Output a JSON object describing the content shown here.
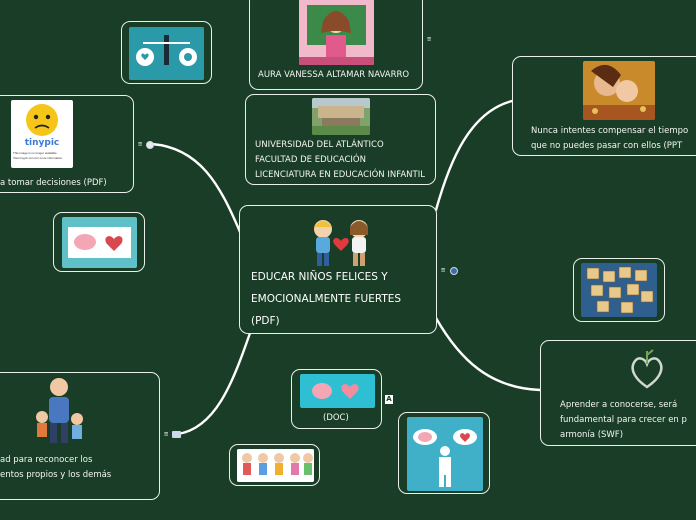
{
  "central": {
    "title_line1": "EDUCAR NIÑOS FELICES Y",
    "title_line2": "EMOCIONALMENTE FUERTES",
    "title_line3": "(PDF)"
  },
  "author": {
    "name": "AURA VANESSA ALTAMAR NAVARRO"
  },
  "university": {
    "line1": "UNIVERSIDAD DEL ATLÁNTICO",
    "line2": "FACULTAD DE EDUCACIÓN",
    "line3": "LICENCIATURA EN EDUCACIÓN INFANTIL"
  },
  "topics": {
    "tiempo_line1": "Nunca intentes compensar el tiempo",
    "tiempo_line2": "que no puedes pasar con ellos (PPT",
    "conocerse_line1": "Aprender a conocerse, será",
    "conocerse_line2": "fundamental para crecer en p",
    "conocerse_line3": "armonía (SWF)",
    "decisiones": "a tomar decisiones (PDF)",
    "capacidad_line1": "ad para reconocer los",
    "capacidad_line2": "entos propios y los demás",
    "doc": "(DOC)",
    "tinypic_line1": "This image is no longer available.",
    "tinypic_line2": "Visit tinypic.com for more information.",
    "tinypic_logo": "tinypic"
  },
  "markers": {
    "expand": "≡",
    "attachment": "A"
  },
  "colors": {
    "background": "#1a3d27",
    "border": "#e9efe9",
    "teal": "#3aa7b4",
    "heart": "#d8494f"
  }
}
